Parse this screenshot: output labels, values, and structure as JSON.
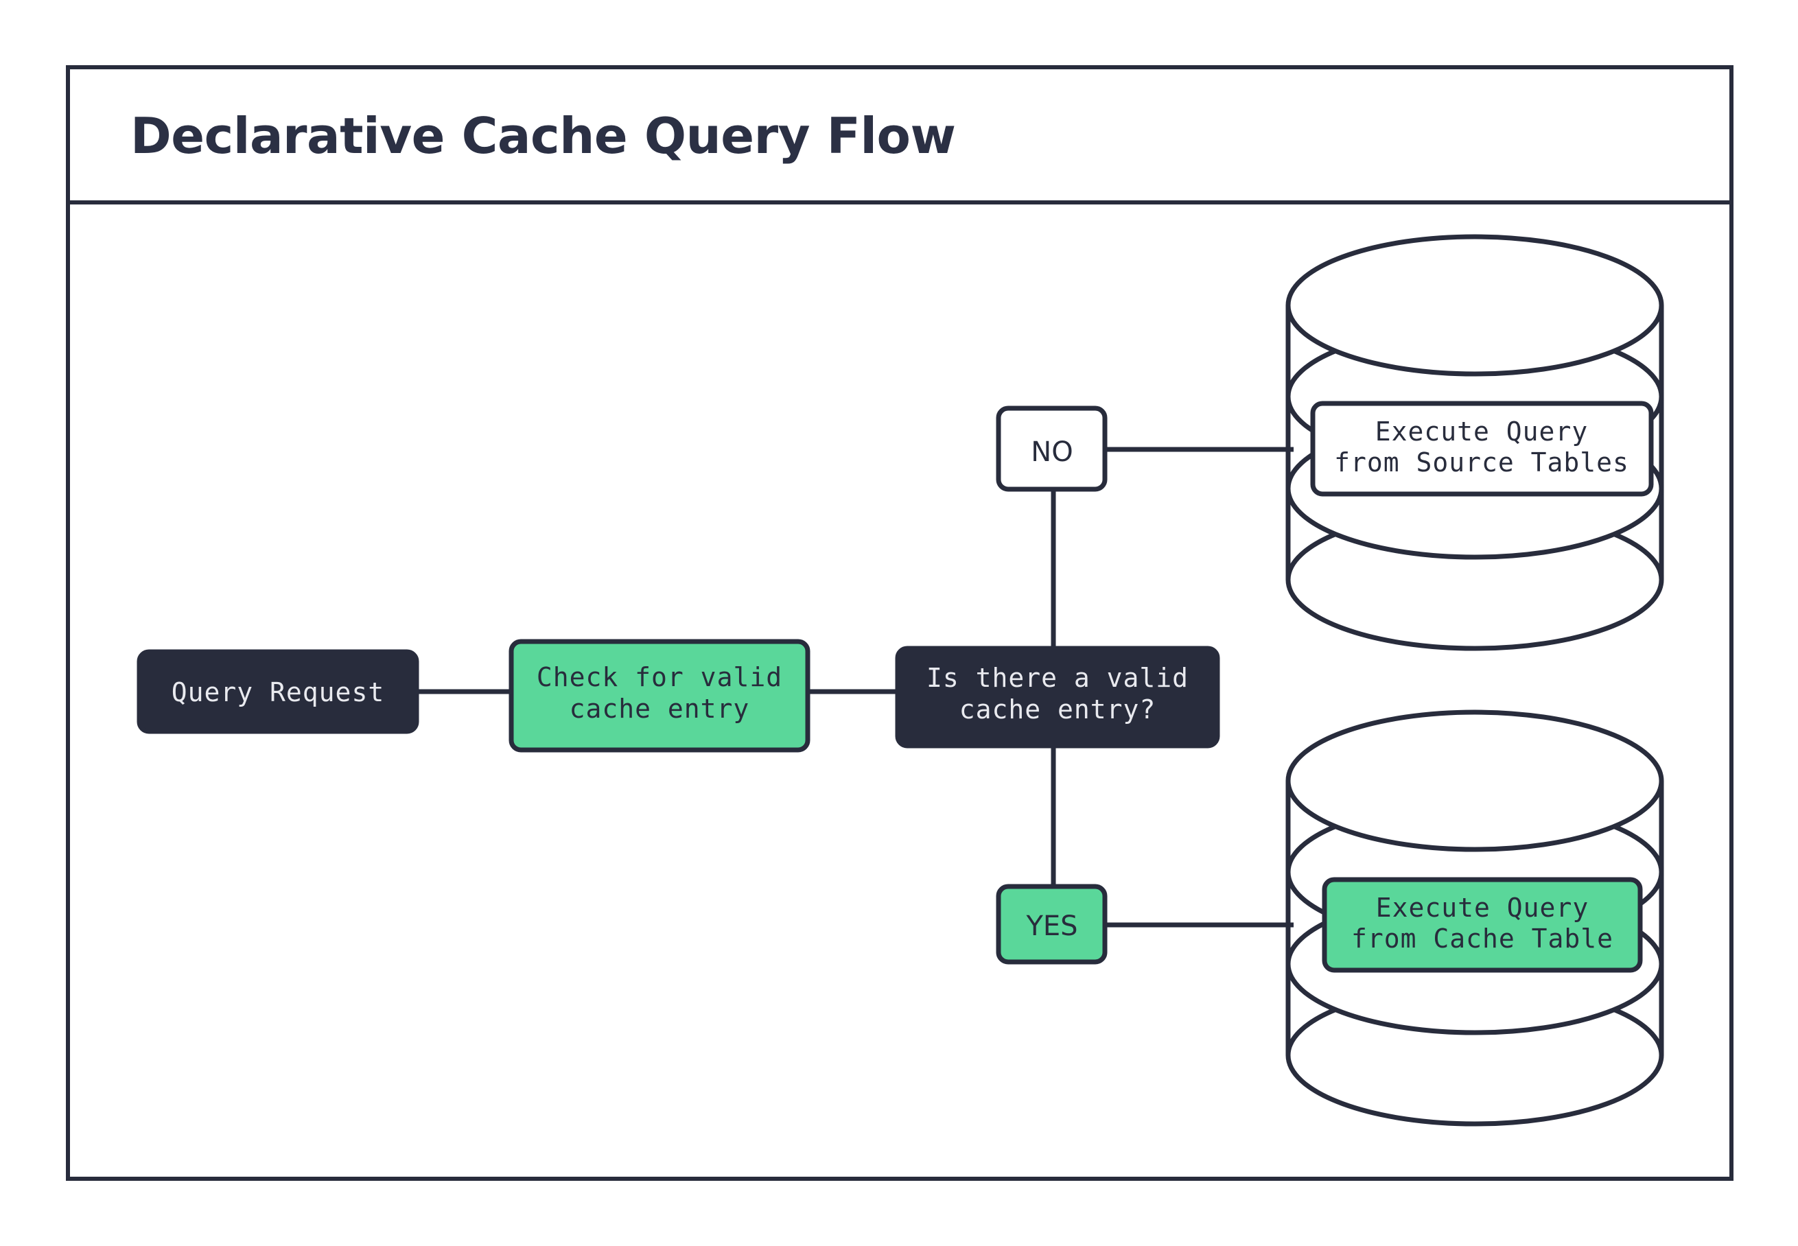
{
  "page": {
    "title": "Declarative Cache Query Flow",
    "background_color": "#ffffff"
  },
  "theme": {
    "ink": "#282c3c",
    "accent_green": "#5ad79a",
    "surface": "#ffffff",
    "text_on_dark": "#e9eaef"
  },
  "diagram": {
    "type": "flowchart",
    "nodes": [
      {
        "id": "query-request",
        "label": "Query Request",
        "shape": "rounded-rect",
        "fill": "#282c3c",
        "text_color": "#e9eaef"
      },
      {
        "id": "check-cache",
        "label_line1": "Check for valid",
        "label_line2": "cache entry",
        "shape": "rounded-rect",
        "fill": "#5ad79a",
        "text_color": "#282c3c"
      },
      {
        "id": "decision",
        "label_line1": "Is there a valid",
        "label_line2": "cache entry?",
        "shape": "rounded-rect",
        "fill": "#282c3c",
        "text_color": "#e9eaef"
      },
      {
        "id": "branch-no",
        "label": "NO",
        "shape": "rounded-rect",
        "fill": "#ffffff",
        "text_color": "#282c3c"
      },
      {
        "id": "branch-yes",
        "label": "YES",
        "shape": "rounded-rect",
        "fill": "#5ad79a",
        "text_color": "#282c3c"
      },
      {
        "id": "source-db",
        "label_line1": "Execute Query",
        "label_line2": "from Source Tables",
        "shape": "database-cylinder",
        "fill": "#ffffff",
        "text_color": "#282c3c"
      },
      {
        "id": "cache-db",
        "label_line1": "Execute Query",
        "label_line2": "from Cache Table",
        "shape": "database-cylinder",
        "fill": "#5ad79a",
        "text_color": "#282c3c"
      }
    ],
    "edges": [
      {
        "from": "query-request",
        "to": "check-cache",
        "label": ""
      },
      {
        "from": "check-cache",
        "to": "decision",
        "label": ""
      },
      {
        "from": "decision",
        "to": "branch-no",
        "label": "NO"
      },
      {
        "from": "decision",
        "to": "branch-yes",
        "label": "YES"
      },
      {
        "from": "branch-no",
        "to": "source-db",
        "label": ""
      },
      {
        "from": "branch-yes",
        "to": "cache-db",
        "label": ""
      }
    ]
  }
}
